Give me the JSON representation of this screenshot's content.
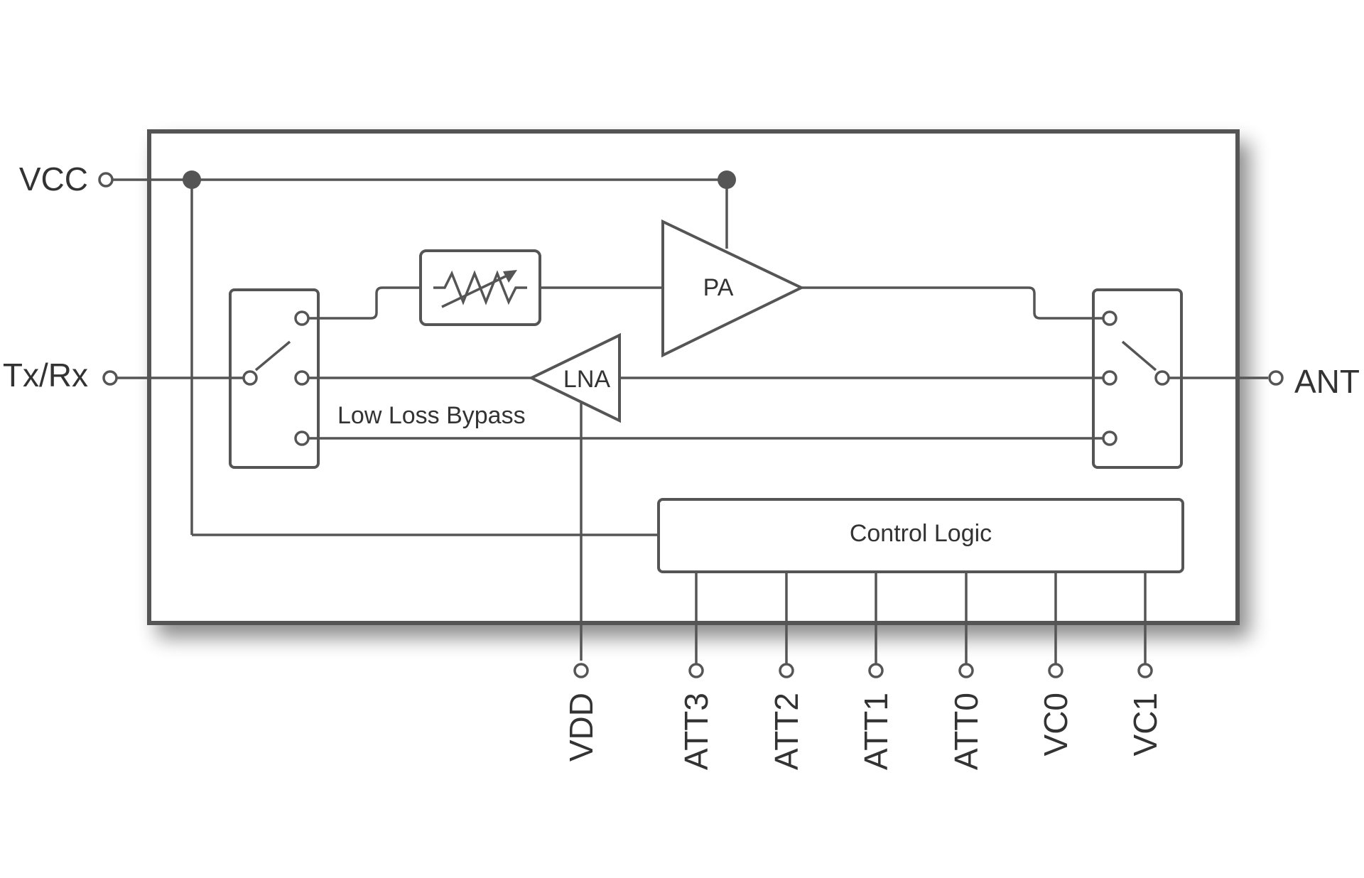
{
  "pins": {
    "vcc": "VCC",
    "txrx": "Tx/Rx",
    "ant": "ANT",
    "bottom": [
      "VDD",
      "ATT3",
      "ATT2",
      "ATT1",
      "ATT0",
      "VC0",
      "VC1"
    ]
  },
  "blocks": {
    "pa": "PA",
    "lna": "LNA",
    "bypass": "Low Loss Bypass",
    "control": "Control Logic"
  },
  "colors": {
    "line": "#555555",
    "text": "#333333",
    "background": "#ffffff"
  }
}
